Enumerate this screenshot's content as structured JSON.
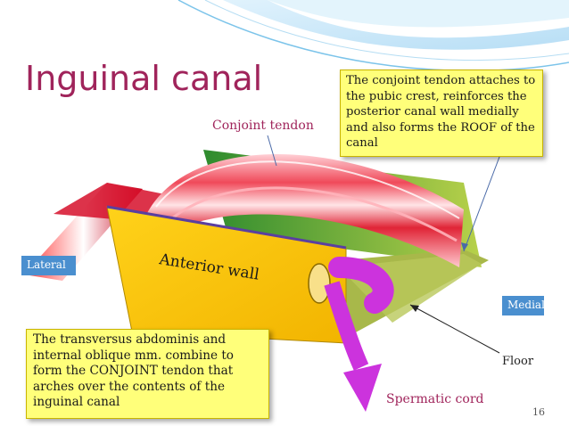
{
  "slide": {
    "title": "Inguinal canal",
    "page_number": "16"
  },
  "labels": {
    "conjoint_tendon": "Conjoint tendon",
    "anterior_wall": "Anterior wall",
    "lateral": "Lateral",
    "medial": "Medial",
    "floor": "Floor",
    "spermatic_cord": "Spermatic cord"
  },
  "callouts": {
    "top": "The conjoint tendon attaches to the pubic crest, reinforces the posterior canal wall medially and also forms the ROOF of the canal",
    "bottom": "The transversus abdominis and internal oblique mm. combine to form the CONJOINT tendon that arches over the contents of the inguinal canal"
  },
  "colors": {
    "title": "#a0245b",
    "callout_fill": "#ffff7a",
    "tag_fill": "#4a8fcf",
    "anterior_wall": "#f5c800",
    "conjoint_tendon": "#e8384a",
    "spermatic_cord": "#cc33dd",
    "floor": "#a8b84a"
  }
}
